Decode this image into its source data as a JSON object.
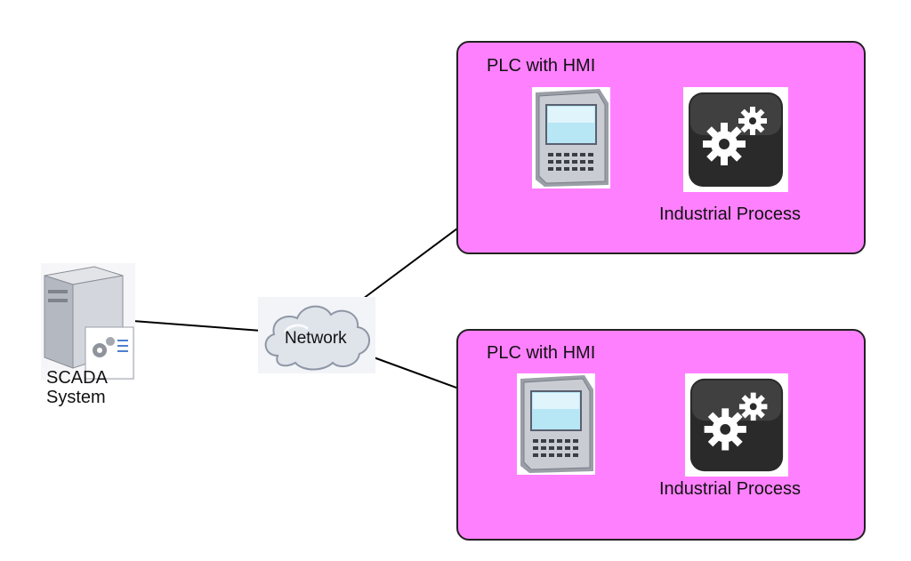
{
  "diagram": {
    "scada": {
      "label_line1": "SCADA",
      "label_line2": "System",
      "icon": "server-icon"
    },
    "network": {
      "label": "Network",
      "icon": "cloud-icon"
    },
    "sites": [
      {
        "plc_title": "PLC with HMI",
        "process_label": "Industrial Process",
        "plc_icon": "hmi-panel-icon",
        "process_icon": "gears-icon"
      },
      {
        "plc_title": "PLC with HMI",
        "process_label": "Industrial Process",
        "plc_icon": "hmi-panel-icon",
        "process_icon": "gears-icon"
      }
    ],
    "colors": {
      "site_fill": "#ff80ff",
      "site_border": "#222222",
      "connector": "#000000"
    }
  }
}
